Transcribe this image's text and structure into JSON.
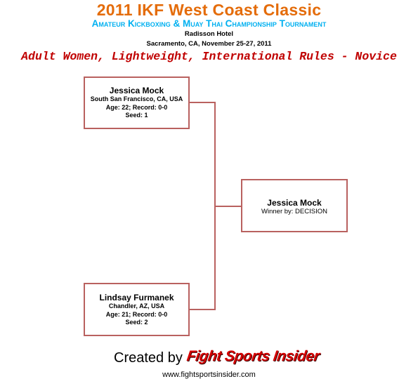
{
  "header": {
    "title": "2011 IKF West Coast Classic",
    "subtitle": "Amateur Kickboxing & Muay Thai Championship Tournament",
    "venue": "Radisson Hotel",
    "location_dates": "Sacramento, CA, November 25-27, 2011",
    "division": "Adult Women, Lightweight, International Rules - Novice"
  },
  "bracket": {
    "fighter1": {
      "name": "Jessica  Mock",
      "hometown": "South San Francisco, CA, USA",
      "age_record": "Age: 22; Record: 0-0",
      "seed": "Seed: 1"
    },
    "fighter2": {
      "name": "Lindsay  Furmanek",
      "hometown": "Chandler, AZ, USA",
      "age_record": "Age: 21; Record: 0-0",
      "seed": "Seed: 2"
    },
    "result": {
      "name": "Jessica  Mock",
      "winner_by": "Winner by: DECISION"
    }
  },
  "footer": {
    "created_by": "Created by",
    "brand": "Fight Sports Insider",
    "website": "www.fightsportsinsider.com"
  },
  "colors": {
    "title": "#e46c0a",
    "subtitle": "#00b0f0",
    "division": "#c00000",
    "bracket_border": "#b9615f",
    "brand": "#d40000"
  }
}
